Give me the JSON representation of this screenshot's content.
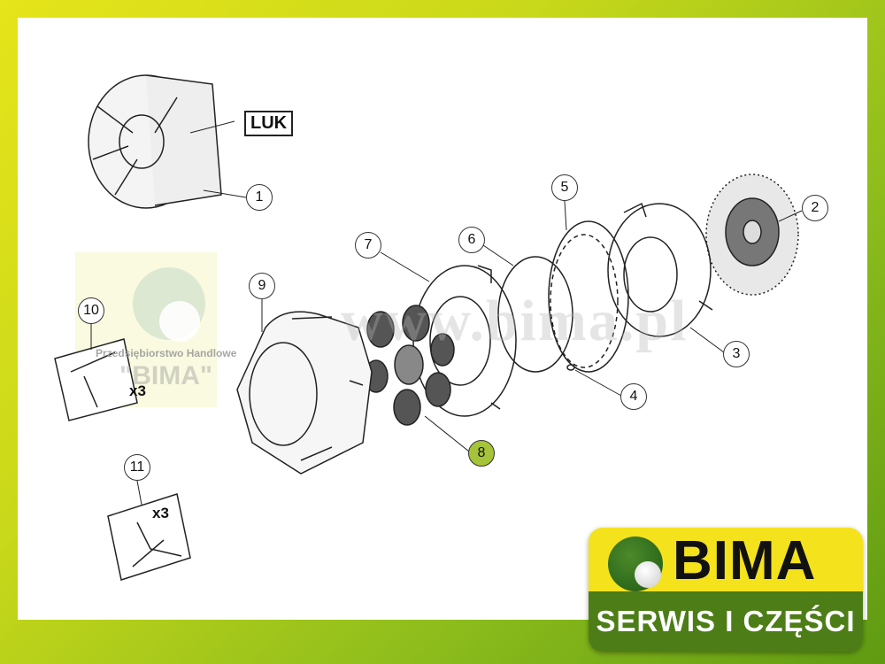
{
  "diagram": {
    "brand_mark": "LUK",
    "callouts": [
      "1",
      "2",
      "3",
      "4",
      "5",
      "6",
      "7",
      "8",
      "9",
      "10",
      "11"
    ],
    "highlighted_callout": "8",
    "quantity_10": "x3",
    "quantity_11": "x3"
  },
  "watermark": {
    "url": "www.bima.pl",
    "company_line": "Przedsiębiorstwo Handlowe",
    "company_name": "\"BIMA\""
  },
  "logo": {
    "name": "BIMA",
    "tagline": "SERWIS I CZĘŚCI"
  },
  "colors": {
    "frame_yellow": "#e6e41a",
    "frame_green": "#5f9a12",
    "logo_yellow": "#f4e21c",
    "logo_green": "#4d7d17",
    "highlight": "#a6c43a"
  }
}
